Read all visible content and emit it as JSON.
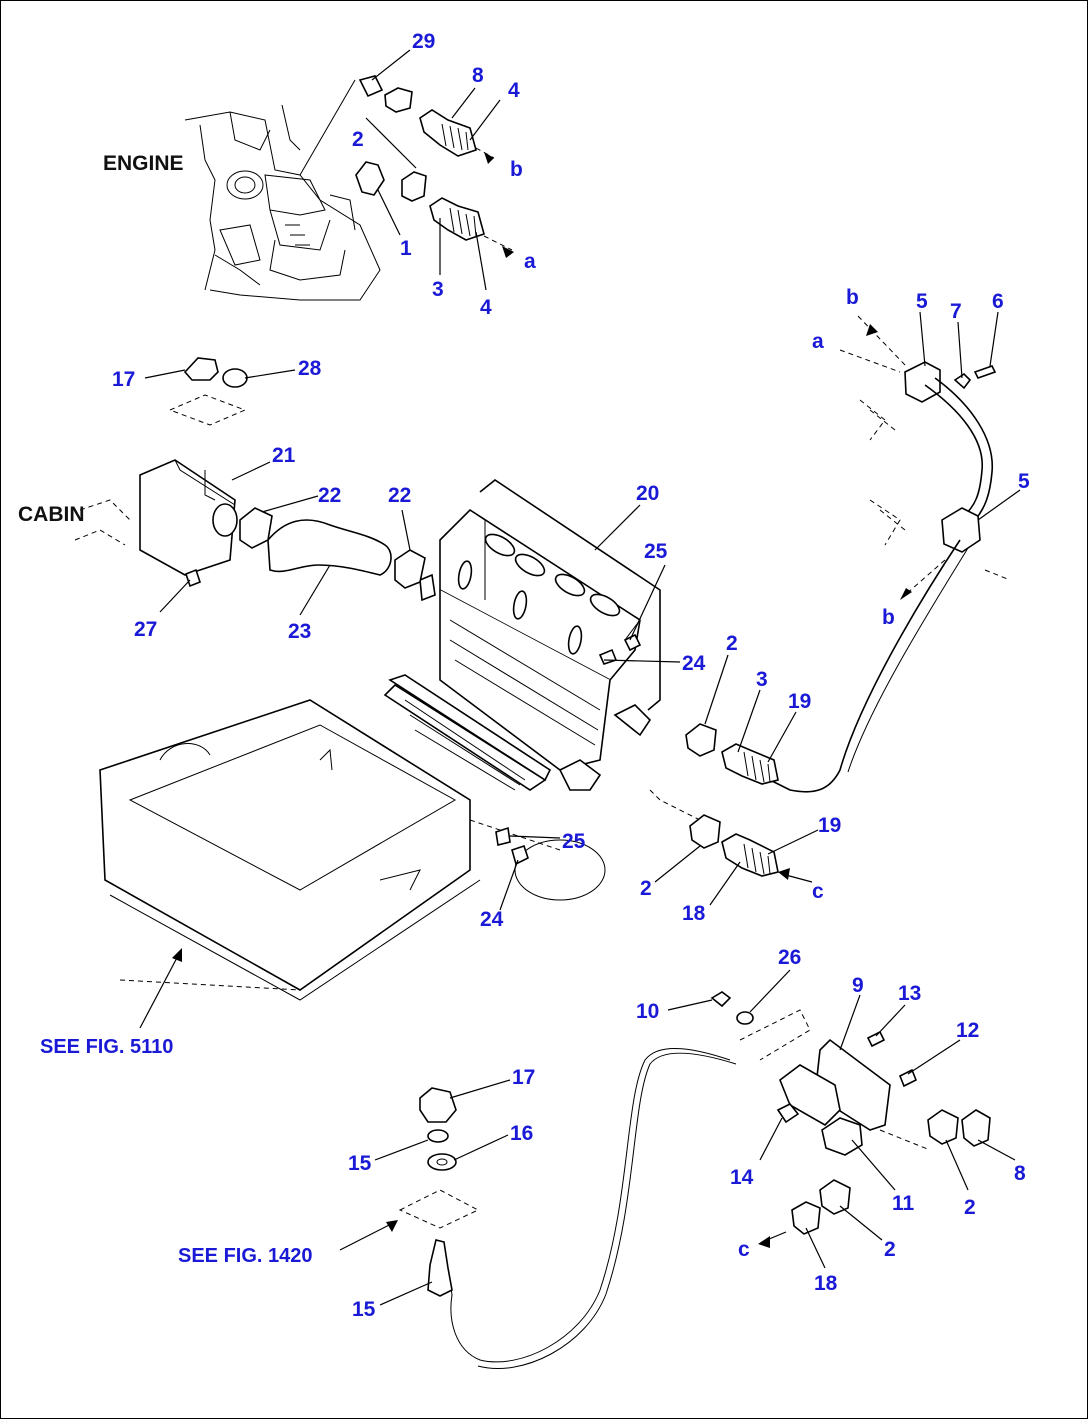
{
  "labels": {
    "engine": "ENGINE",
    "cabin": "CABIN",
    "see_fig_5110": "SEE FIG. 5110",
    "see_fig_1420": "SEE FIG. 1420"
  },
  "callouts": {
    "c29": "29",
    "c8_top": "8",
    "c4_top": "4",
    "c2_top": "2",
    "b_top": "b",
    "c1": "1",
    "c3_top": "3",
    "c4_mid": "4",
    "a_top": "a",
    "b_right": "b",
    "a_right": "a",
    "c5_top": "5",
    "c7": "7",
    "c6": "6",
    "c5_mid": "5",
    "b_mid": "b",
    "c17_top": "17",
    "c28": "28",
    "c21": "21",
    "c22_left": "22",
    "c22_right": "22",
    "c20": "20",
    "c25_top": "25",
    "c24_top": "24",
    "c27": "27",
    "c23": "23",
    "c2_mid": "2",
    "c3_mid": "3",
    "c19_top": "19",
    "c25_low": "25",
    "c19_low": "19",
    "c_low": "c",
    "c2_low": "2",
    "c24_low": "24",
    "c18_low": "18",
    "c26": "26",
    "c9": "9",
    "c13": "13",
    "c10": "10",
    "c12": "12",
    "c17_bot": "17",
    "c16": "16",
    "c15_a": "15",
    "c14": "14",
    "c11": "11",
    "c8_bot": "8",
    "c2_bot1": "2",
    "c_bot": "c",
    "c2_bot2": "2",
    "c18_bot": "18",
    "c15_b": "15"
  }
}
